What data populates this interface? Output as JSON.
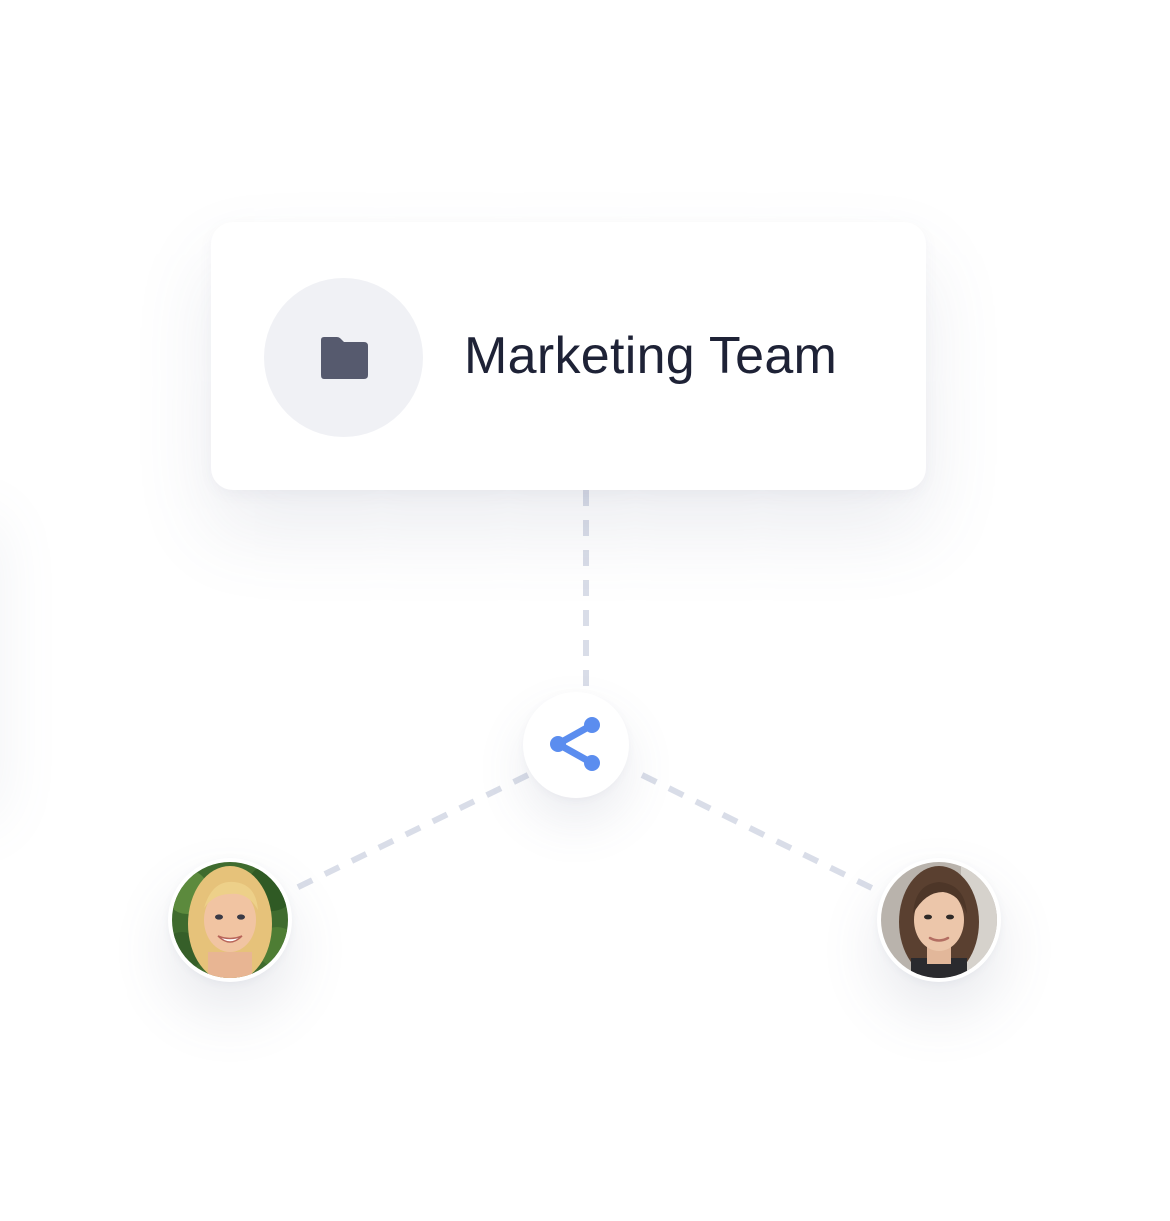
{
  "folder": {
    "title": "Marketing Team",
    "icon": "folder-icon"
  },
  "share": {
    "icon": "share-icon"
  },
  "colors": {
    "accent": "#5b8def",
    "title": "#1e2236",
    "folder_icon": "#565a6e",
    "icon_bg": "#f0f1f5",
    "connector": "#d9dde8"
  },
  "members": [
    {
      "name": "avatar-blonde-woman"
    },
    {
      "name": "avatar-brunette-woman"
    }
  ]
}
